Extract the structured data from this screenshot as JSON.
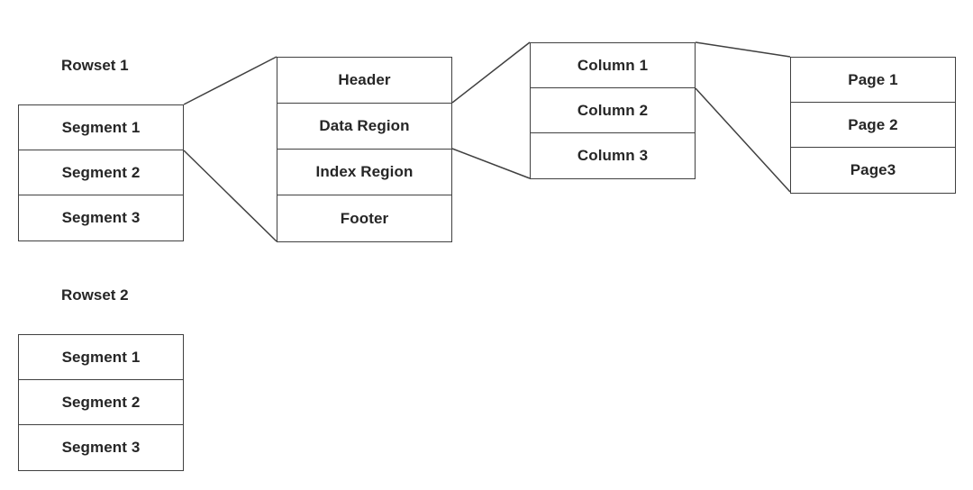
{
  "diagram": {
    "rowset1": {
      "label": "Rowset 1",
      "segments": [
        "Segment 1",
        "Segment 2",
        "Segment 3"
      ]
    },
    "rowset2": {
      "label": "Rowset 2",
      "segments": [
        "Segment 1",
        "Segment 2",
        "Segment 3"
      ]
    },
    "segment_detail": {
      "regions": [
        "Header",
        "Data Region",
        "Index Region",
        "Footer"
      ]
    },
    "columns": {
      "items": [
        "Column 1",
        "Column 2",
        "Column 3"
      ]
    },
    "pages": {
      "items": [
        "Page 1",
        "Page 2",
        "Page3"
      ]
    },
    "line_color": "#404040"
  }
}
